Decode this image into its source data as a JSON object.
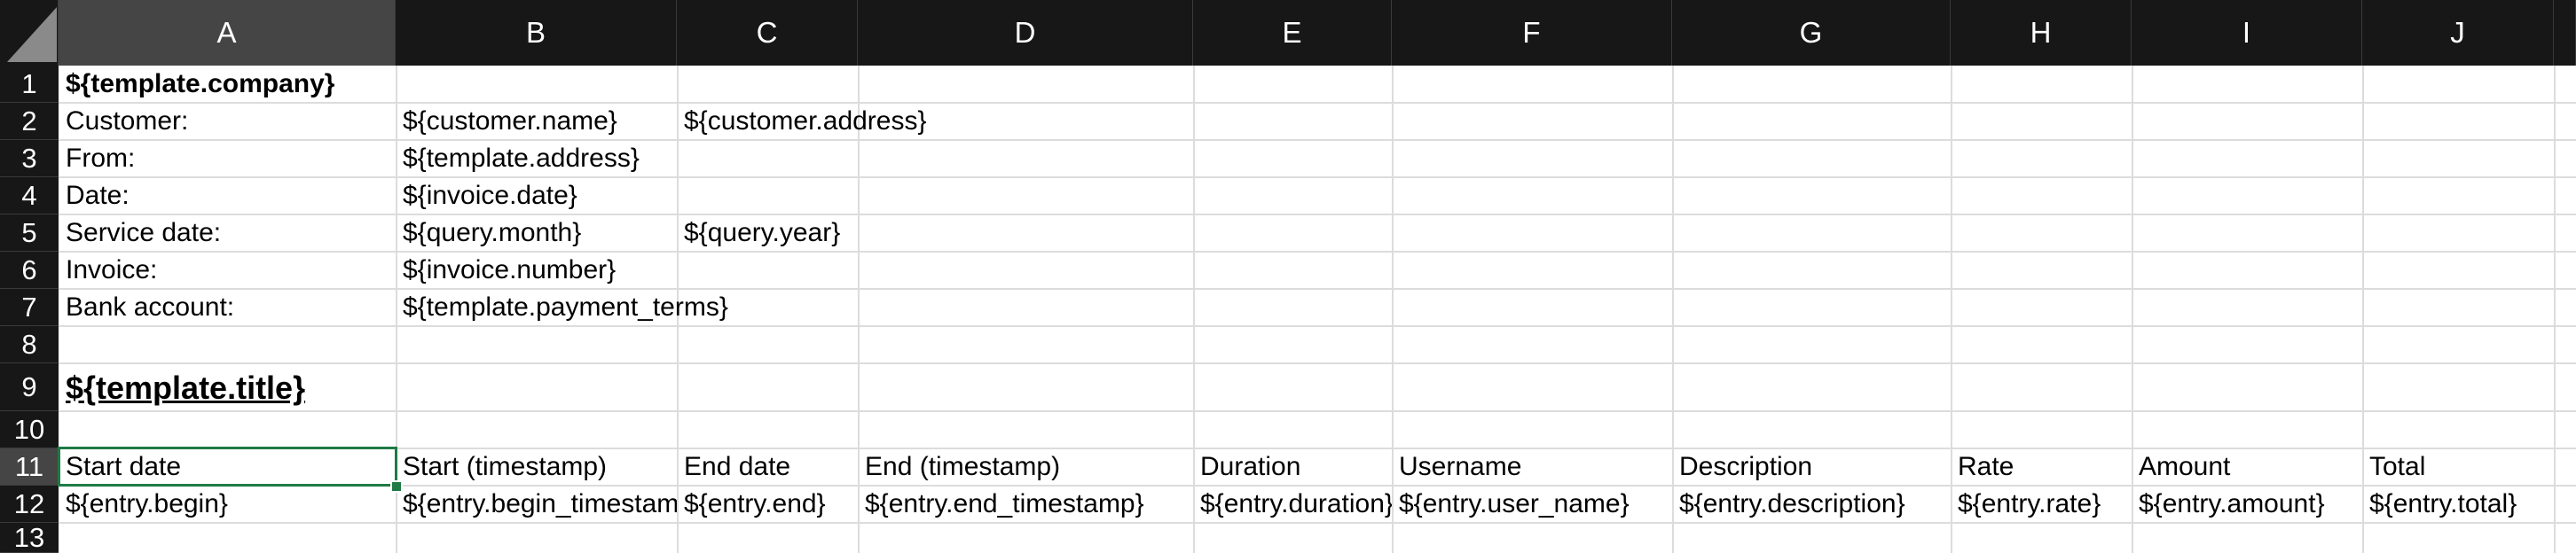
{
  "columns": [
    "A",
    "B",
    "C",
    "D",
    "E",
    "F",
    "G",
    "H",
    "I",
    "J"
  ],
  "rows": [
    "1",
    "2",
    "3",
    "4",
    "5",
    "6",
    "7",
    "8",
    "9",
    "10",
    "11",
    "12",
    "13"
  ],
  "active_cell": {
    "column": "A",
    "row": "11"
  },
  "cells": {
    "A1": "${template.company}",
    "A2": "Customer:",
    "B2": "${customer.name}",
    "C2": "${customer.address}",
    "A3": "From:",
    "B3": "${template.address}",
    "A4": "Date:",
    "B4": "${invoice.date}",
    "A5": "Service date:",
    "B5": "${query.month}",
    "C5": "${query.year}",
    "A6": "Invoice:",
    "B6": "${invoice.number}",
    "A7": "Bank account:",
    "B7": "${template.payment_terms}",
    "A9": "${template.title}",
    "A11": "Start date",
    "B11": "Start (timestamp)",
    "C11": "End date",
    "D11": "End (timestamp)",
    "E11": "Duration",
    "F11": "Username",
    "G11": "Description",
    "H11": "Rate",
    "I11": "Amount",
    "J11": "Total",
    "A12": "${entry.begin}",
    "B12": "${entry.begin_timestamp}",
    "C12": "${entry.end}",
    "D12": "${entry.end_timestamp}",
    "E12": "${entry.duration}",
    "F12": "${entry.user_name}",
    "G12": "${entry.description}",
    "H12": "${entry.rate}",
    "I12": "${entry.amount}",
    "J12": "${entry.total}"
  },
  "colors": {
    "header_bg": "#171717",
    "header_selected_bg": "#454545",
    "gridline": "#dcdcdc",
    "active_border": "#1f7a45"
  }
}
